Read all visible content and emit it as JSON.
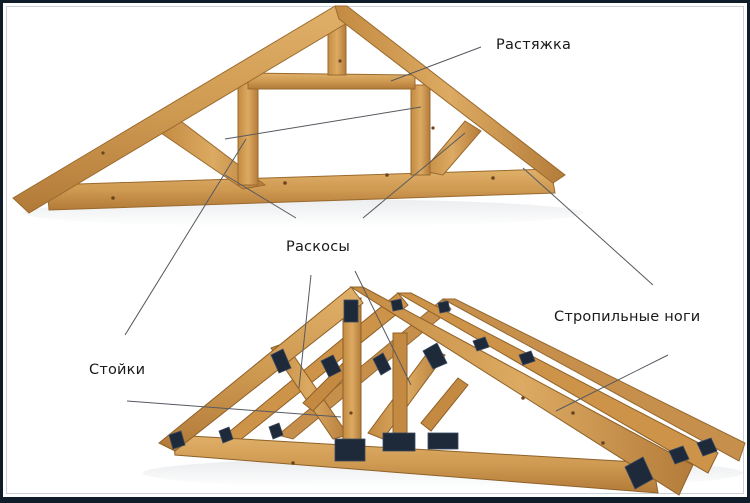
{
  "diagram": {
    "type": "roof-truss-anatomy",
    "labels": {
      "tie": "Растяжка",
      "braces": "Раскосы",
      "rafters": "Стропильные ноги",
      "posts": "Стойки"
    },
    "colors": {
      "frame": "#0f1d2b",
      "background": "#ffffff",
      "wood_light": "#d9a65c",
      "wood_mid": "#c48a42",
      "wood_dark": "#9a6a2e",
      "metal_plate": "#1e2a3a",
      "leader_line": "#555a60",
      "text": "#1a1a1a"
    }
  }
}
